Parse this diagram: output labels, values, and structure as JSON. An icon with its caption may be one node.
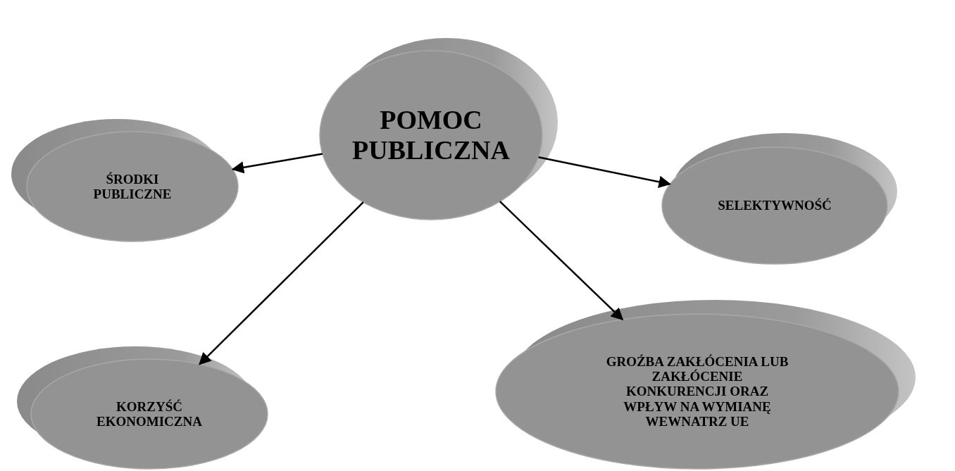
{
  "diagram": {
    "nodes": [
      {
        "text": [
          "POMOC PUBLICZNA"
        ]
      },
      {
        "text": [
          "ŚRODKI PUBLICZNE"
        ]
      },
      {
        "text": [
          "SELEKTYWNOŚĆ"
        ]
      },
      {
        "text": [
          "KORZYŚĆ EKONOMICZNA"
        ]
      },
      {
        "text": [
          "GROŹBA ZAKŁÓCENIA LUB ZAKŁÓCENIE KONKURENCJI ORAZ WPŁYW NA WYMIANĘ WEWNATRZ UE"
        ]
      }
    ],
    "edges": [
      {
        "from": 0,
        "to": 1,
        "arrow": "to"
      },
      {
        "from": 0,
        "to": 2,
        "arrow": "to"
      },
      {
        "from": 0,
        "to": 3,
        "arrow": "to"
      },
      {
        "from": 0,
        "to": 4,
        "arrow": "to"
      }
    ]
  }
}
